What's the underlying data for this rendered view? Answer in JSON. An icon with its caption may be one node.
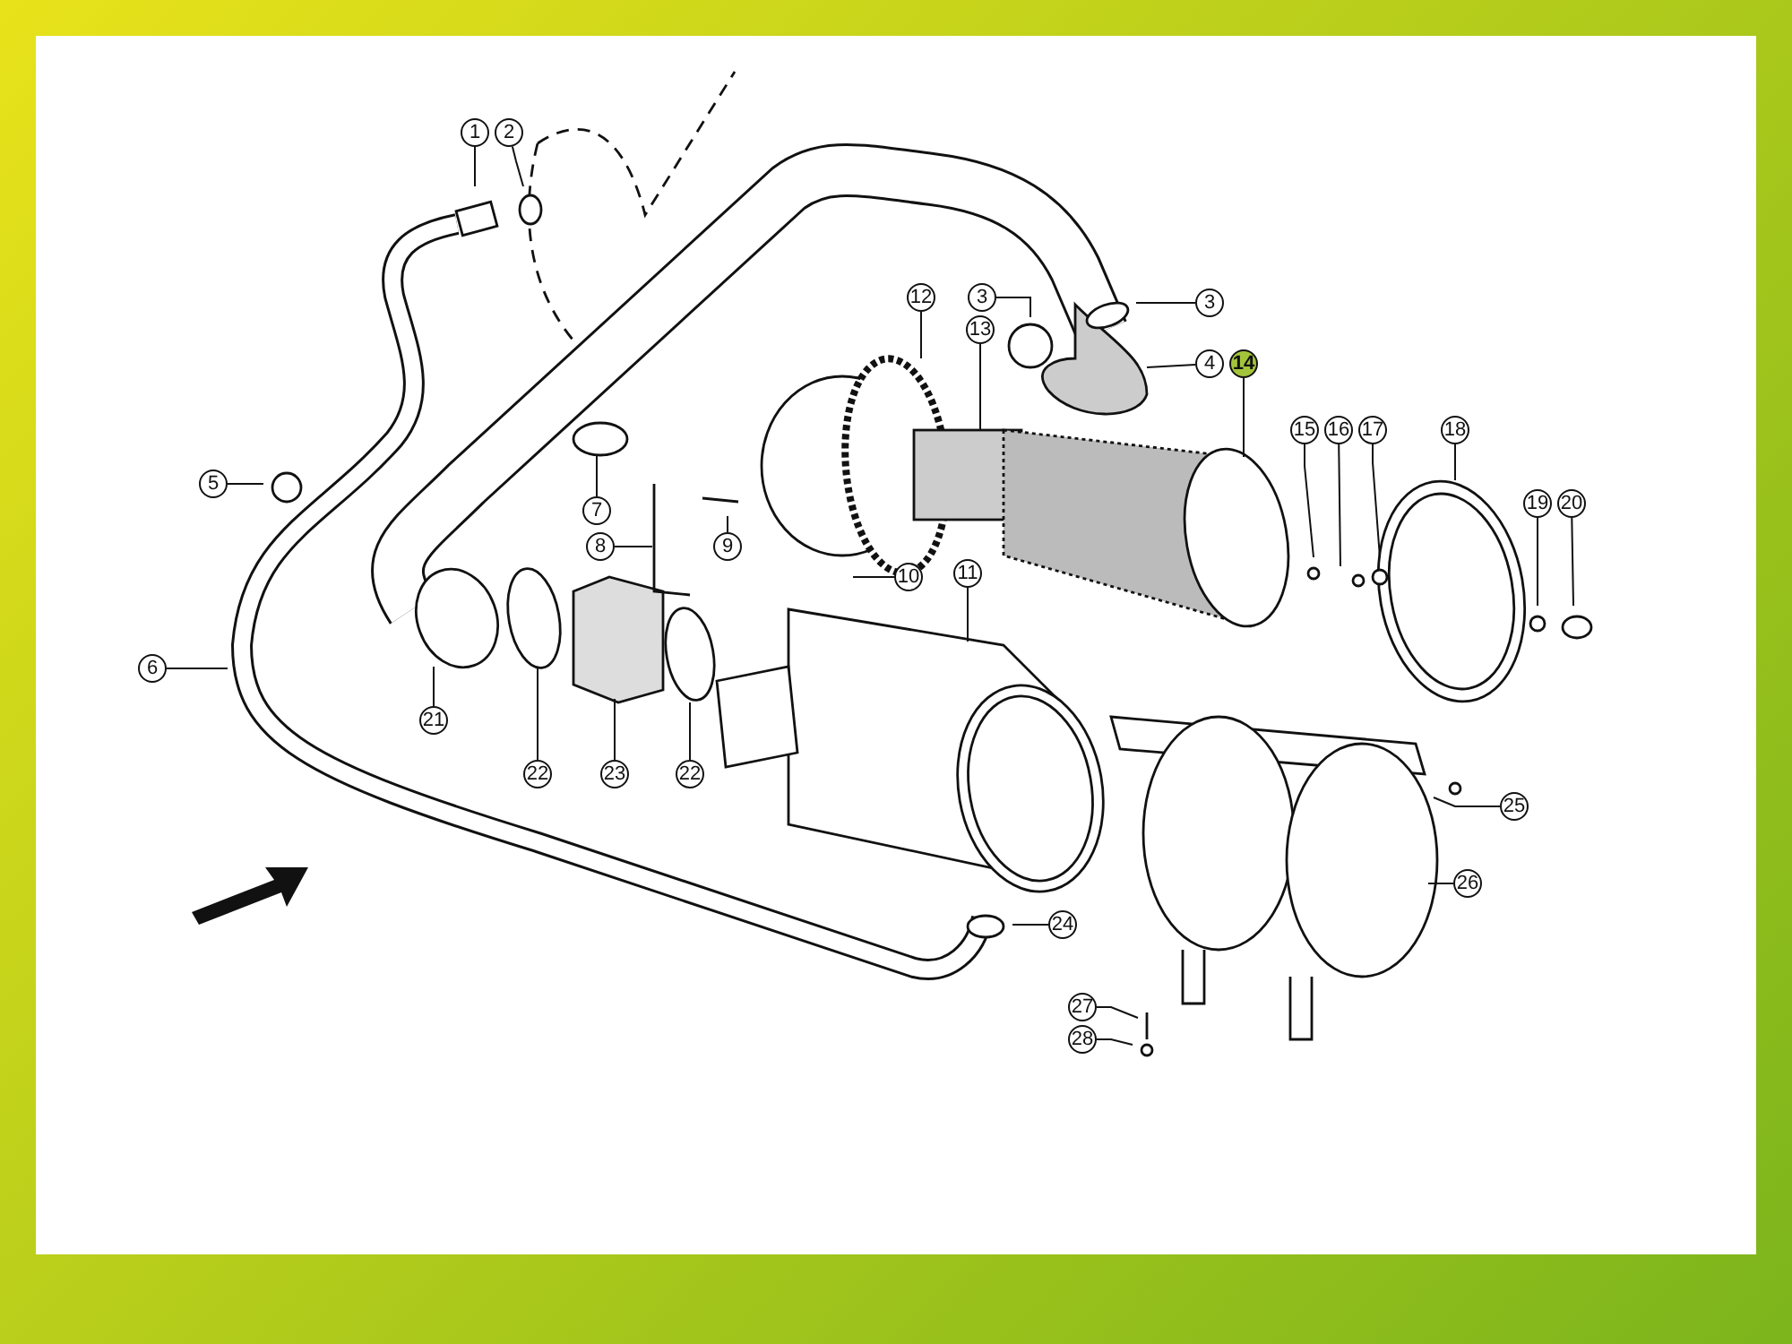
{
  "diagram": {
    "nodes": [
      {
        "text": [
          "1"
        ]
      },
      {
        "text": [
          "2"
        ]
      },
      {
        "text": [
          "12"
        ]
      },
      {
        "text": [
          "3"
        ]
      },
      {
        "text": [
          "3"
        ]
      },
      {
        "text": [
          "13"
        ]
      },
      {
        "text": [
          "4"
        ]
      },
      {
        "text": [
          "14"
        ]
      },
      {
        "text": [
          "15"
        ]
      },
      {
        "text": [
          "16"
        ]
      },
      {
        "text": [
          "17"
        ]
      },
      {
        "text": [
          "18"
        ]
      },
      {
        "text": [
          "5"
        ]
      },
      {
        "text": [
          "19"
        ]
      },
      {
        "text": [
          "20"
        ]
      },
      {
        "text": [
          "7"
        ]
      },
      {
        "text": [
          "8"
        ]
      },
      {
        "text": [
          "9"
        ]
      },
      {
        "text": [
          "10"
        ]
      },
      {
        "text": [
          "11"
        ]
      },
      {
        "text": [
          "6"
        ]
      },
      {
        "text": [
          "21"
        ]
      },
      {
        "text": [
          "22"
        ]
      },
      {
        "text": [
          "23"
        ]
      },
      {
        "text": [
          "22"
        ]
      },
      {
        "text": [
          "25"
        ]
      },
      {
        "text": [
          "26"
        ]
      },
      {
        "text": [
          "24"
        ]
      },
      {
        "text": [
          "27"
        ]
      },
      {
        "text": [
          "28"
        ]
      }
    ],
    "edges": [
      {
        "from": 0,
        "to": null,
        "arrow": "none"
      },
      {
        "from": 1,
        "to": null,
        "arrow": "none"
      },
      {
        "from": 2,
        "to": null,
        "arrow": "none"
      },
      {
        "from": 3,
        "to": null,
        "arrow": "none"
      },
      {
        "from": 4,
        "to": null,
        "arrow": "none"
      },
      {
        "from": 5,
        "to": null,
        "arrow": "none"
      },
      {
        "from": 6,
        "to": null,
        "arrow": "none"
      },
      {
        "from": 7,
        "to": null,
        "arrow": "none"
      },
      {
        "from": 8,
        "to": null,
        "arrow": "none"
      },
      {
        "from": 9,
        "to": null,
        "arrow": "none"
      },
      {
        "from": 10,
        "to": null,
        "arrow": "none"
      },
      {
        "from": 11,
        "to": null,
        "arrow": "none"
      },
      {
        "from": 12,
        "to": null,
        "arrow": "none"
      },
      {
        "from": 13,
        "to": null,
        "arrow": "none"
      },
      {
        "from": 14,
        "to": null,
        "arrow": "none"
      },
      {
        "from": 15,
        "to": null,
        "arrow": "none"
      },
      {
        "from": 16,
        "to": null,
        "arrow": "none"
      },
      {
        "from": 17,
        "to": null,
        "arrow": "none"
      },
      {
        "from": 18,
        "to": null,
        "arrow": "none"
      },
      {
        "from": 19,
        "to": null,
        "arrow": "none"
      },
      {
        "from": 20,
        "to": null,
        "arrow": "none"
      },
      {
        "from": 21,
        "to": null,
        "arrow": "none"
      },
      {
        "from": 22,
        "to": null,
        "arrow": "none"
      },
      {
        "from": 23,
        "to": null,
        "arrow": "none"
      },
      {
        "from": 24,
        "to": null,
        "arrow": "none"
      },
      {
        "from": 25,
        "to": null,
        "arrow": "none"
      },
      {
        "from": 26,
        "to": null,
        "arrow": "none"
      },
      {
        "from": 27,
        "to": null,
        "arrow": "none"
      },
      {
        "from": 28,
        "to": null,
        "arrow": "none"
      },
      {
        "from": 29,
        "to": null,
        "arrow": "none"
      }
    ]
  }
}
